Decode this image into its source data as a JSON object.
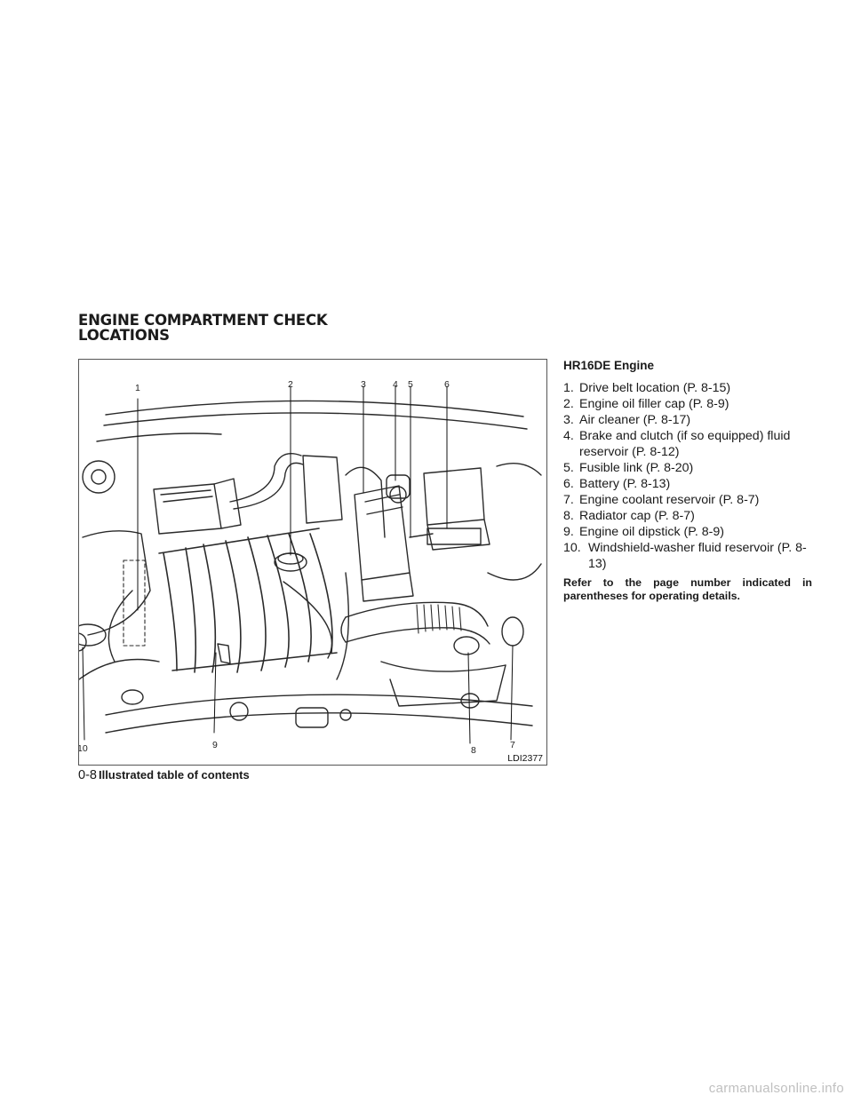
{
  "section_title": [
    "ENGINE COMPARTMENT CHECK",
    "LOCATIONS"
  ],
  "figure": {
    "code": "LDI2377",
    "callouts": [
      "1",
      "2",
      "3",
      "4",
      "5",
      "6",
      "7",
      "8",
      "9",
      "10"
    ]
  },
  "engine_title": "HR16DE Engine",
  "legend": [
    {
      "num": "1.",
      "text": "Drive belt location (P. 8-15)"
    },
    {
      "num": "2.",
      "text": "Engine oil filler cap (P. 8-9)"
    },
    {
      "num": "3.",
      "text": "Air cleaner (P. 8-17)"
    },
    {
      "num": "4.",
      "text": "Brake and clutch (if so equipped) fluid reservoir (P. 8-12)"
    },
    {
      "num": "5.",
      "text": "Fusible link (P. 8-20)"
    },
    {
      "num": "6.",
      "text": "Battery (P. 8-13)"
    },
    {
      "num": "7.",
      "text": "Engine coolant reservoir (P. 8-7)"
    },
    {
      "num": "8.",
      "text": "Radiator cap (P. 8-7)"
    },
    {
      "num": "9.",
      "text": "Engine oil dipstick (P. 8-9)"
    },
    {
      "num": "10.",
      "text": "Windshield-washer fluid reservoir (P. 8-13)"
    }
  ],
  "note": "Refer to the page number indicated in parentheses for operating details.",
  "footer": {
    "page": "0-8",
    "title": "Illustrated table of contents"
  },
  "watermark": "carmanualsonline.info"
}
